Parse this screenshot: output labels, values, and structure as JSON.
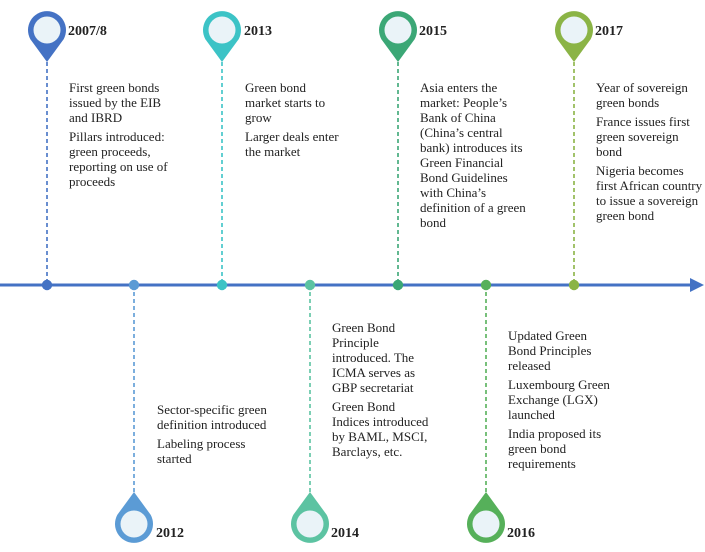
{
  "colors": {
    "axis": "#4472c4",
    "milestones": [
      "#4472c4",
      "#5b9bd5",
      "#3cc3c6",
      "#5cc3a2",
      "#3ba776",
      "#56b05a",
      "#70ad47",
      "#8bb446"
    ]
  },
  "milestones": [
    {
      "year": "2007/8",
      "color": "#4472c4",
      "texts": [
        "First green bonds issued by the EIB and IBRD",
        "Pillars introduced: green proceeds, reporting on use of proceeds"
      ]
    },
    {
      "year": "2012",
      "color": "#5b9bd5",
      "texts": [
        "Sector-specific green definition introduced",
        "Labeling process started"
      ]
    },
    {
      "year": "2013",
      "color": "#3cc3c6",
      "texts": [
        "Green bond market starts to grow",
        "Larger deals enter the market"
      ]
    },
    {
      "year": "2014",
      "color": "#5cc3a2",
      "texts": [
        "Green Bond Principle introduced. The ICMA serves as GBP secretariat",
        "Green Bond Indices introduced by BAML, MSCI, Barclays, etc."
      ]
    },
    {
      "year": "2015",
      "color": "#3ba776",
      "texts": [
        "Asia enters the market: People’s Bank of China (China’s central bank) introduces its Green Financial Bond Guidelines with China’s definition of a green bond"
      ]
    },
    {
      "year": "2016",
      "color": "#56b05a",
      "texts": [
        "Updated Green Bond Principles released",
        "Luxembourg Green Exchange (LGX) launched",
        "India proposed its green bond requirements"
      ]
    },
    {
      "year": "2017",
      "color": "#8bb446",
      "texts": [
        "Year of sovereign green bonds",
        "France issues first green sovereign bond",
        "Nigeria becomes first African country to issue a sovereign green bond"
      ]
    }
  ]
}
